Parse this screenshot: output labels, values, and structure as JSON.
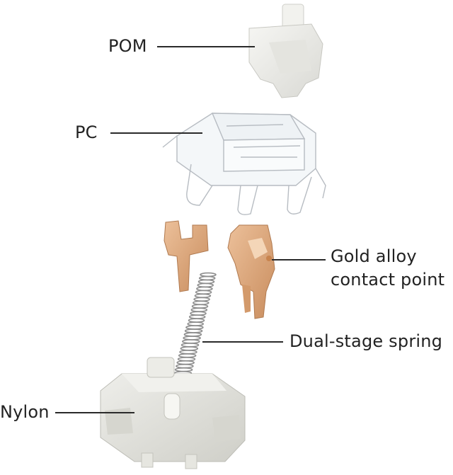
{
  "labels": {
    "pom": "POM",
    "pc": "PC",
    "gold_line1": "Gold alloy",
    "gold_line2": "contact point",
    "spring": "Dual-stage spring",
    "nylon": "Nylon"
  },
  "colors": {
    "pom": "#e9e9e5",
    "pc": "#f3f6f8",
    "gold": "#d8a074",
    "spring": "#8e8e8e",
    "nylon": "#e2e2dc",
    "text": "#222222"
  }
}
